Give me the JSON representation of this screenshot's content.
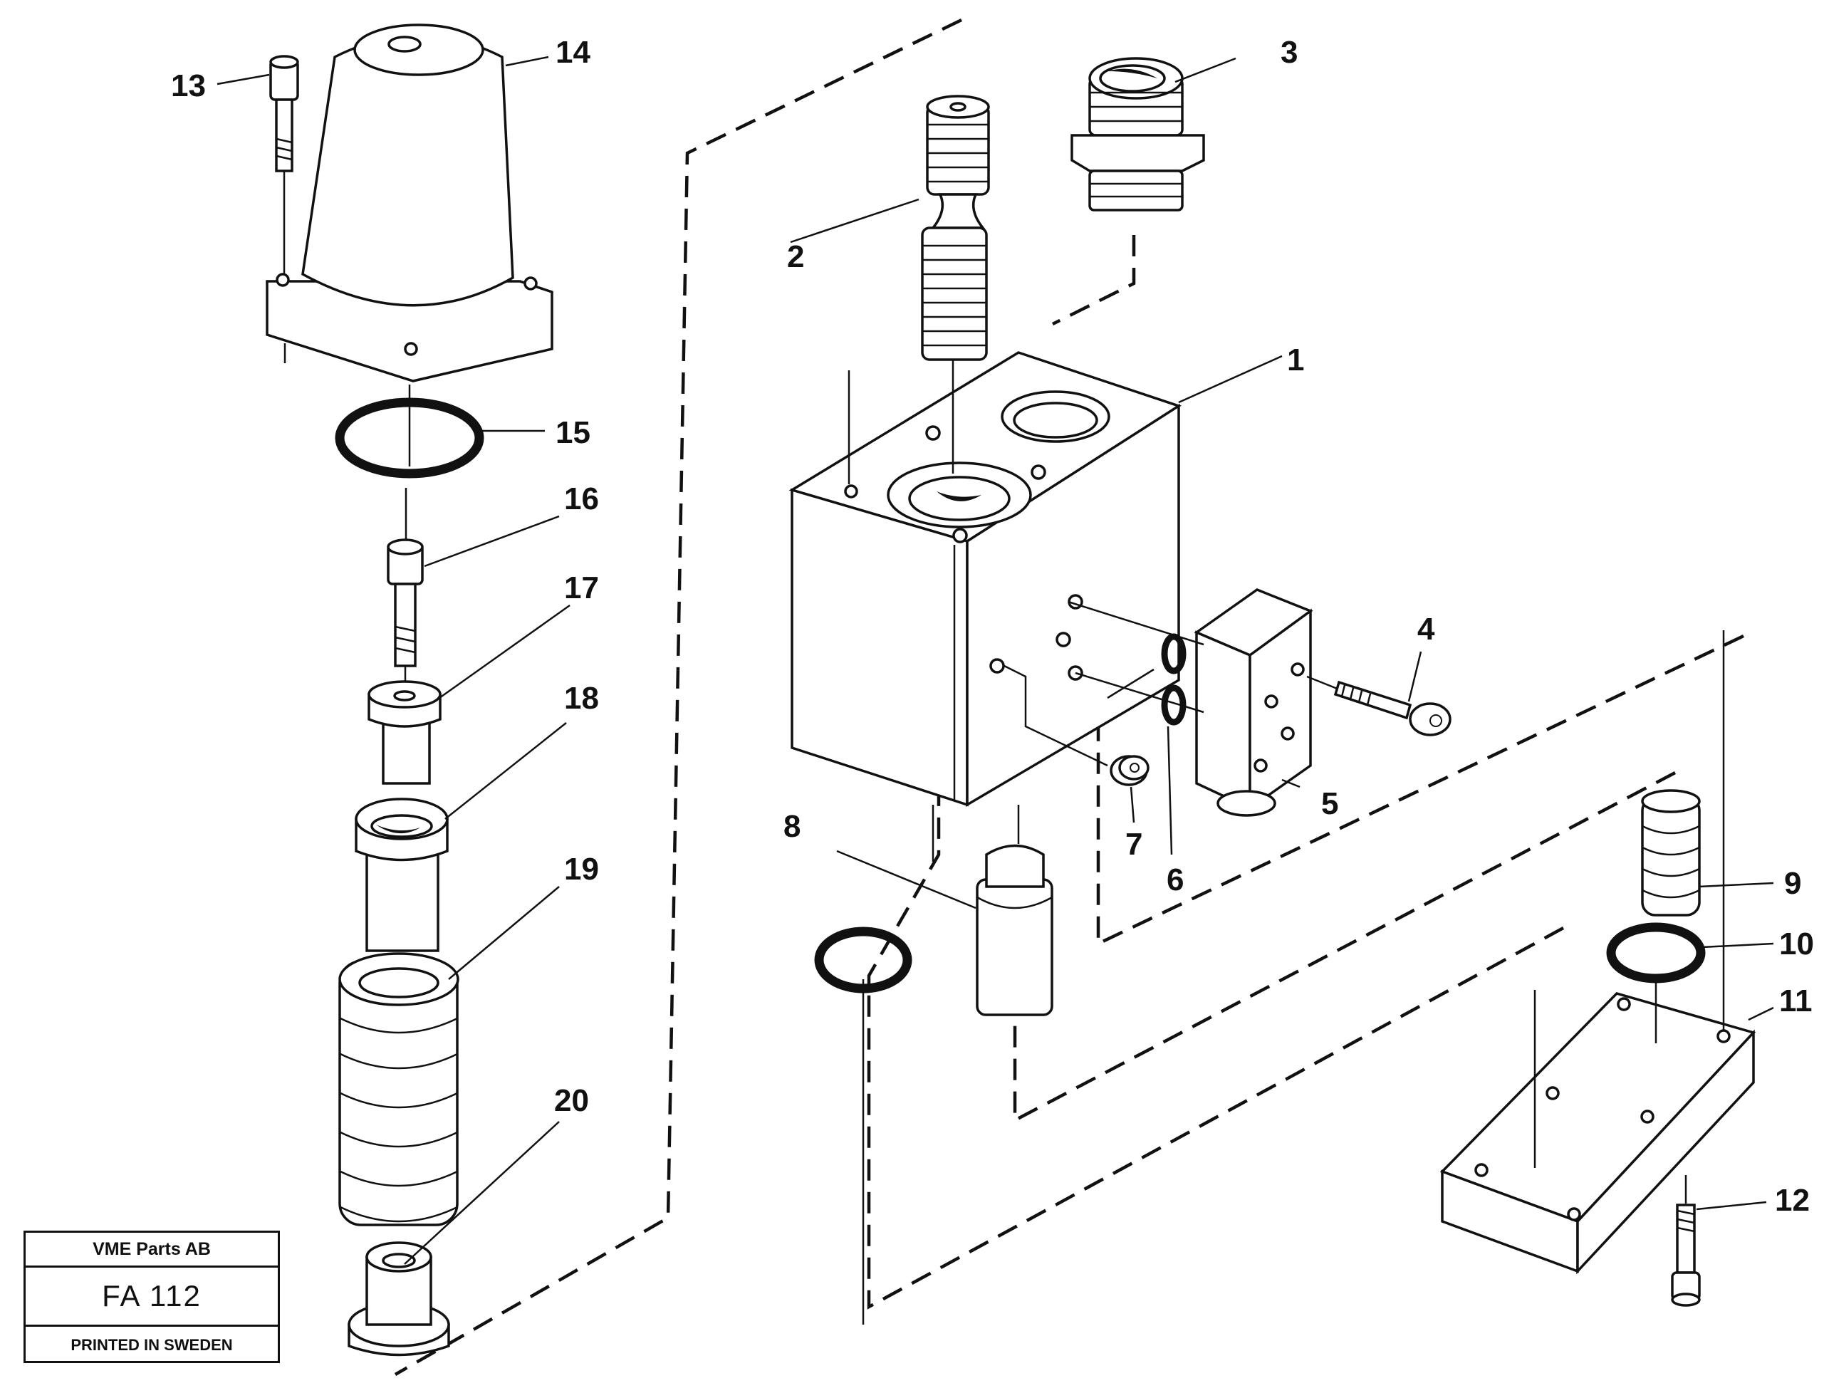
{
  "title_block": {
    "company": "VME Parts AB",
    "code": "FA 112",
    "printed": "PRINTED IN SWEDEN"
  },
  "callouts": {
    "c1": "1",
    "c2": "2",
    "c3": "3",
    "c4": "4",
    "c5": "5",
    "c6": "6",
    "c7": "7",
    "c8": "8",
    "c9": "9",
    "c10": "10",
    "c11": "11",
    "c12": "12",
    "c13": "13",
    "c14": "14",
    "c15": "15",
    "c16": "16",
    "c17": "17",
    "c18": "18",
    "c19": "19",
    "c20": "20"
  }
}
